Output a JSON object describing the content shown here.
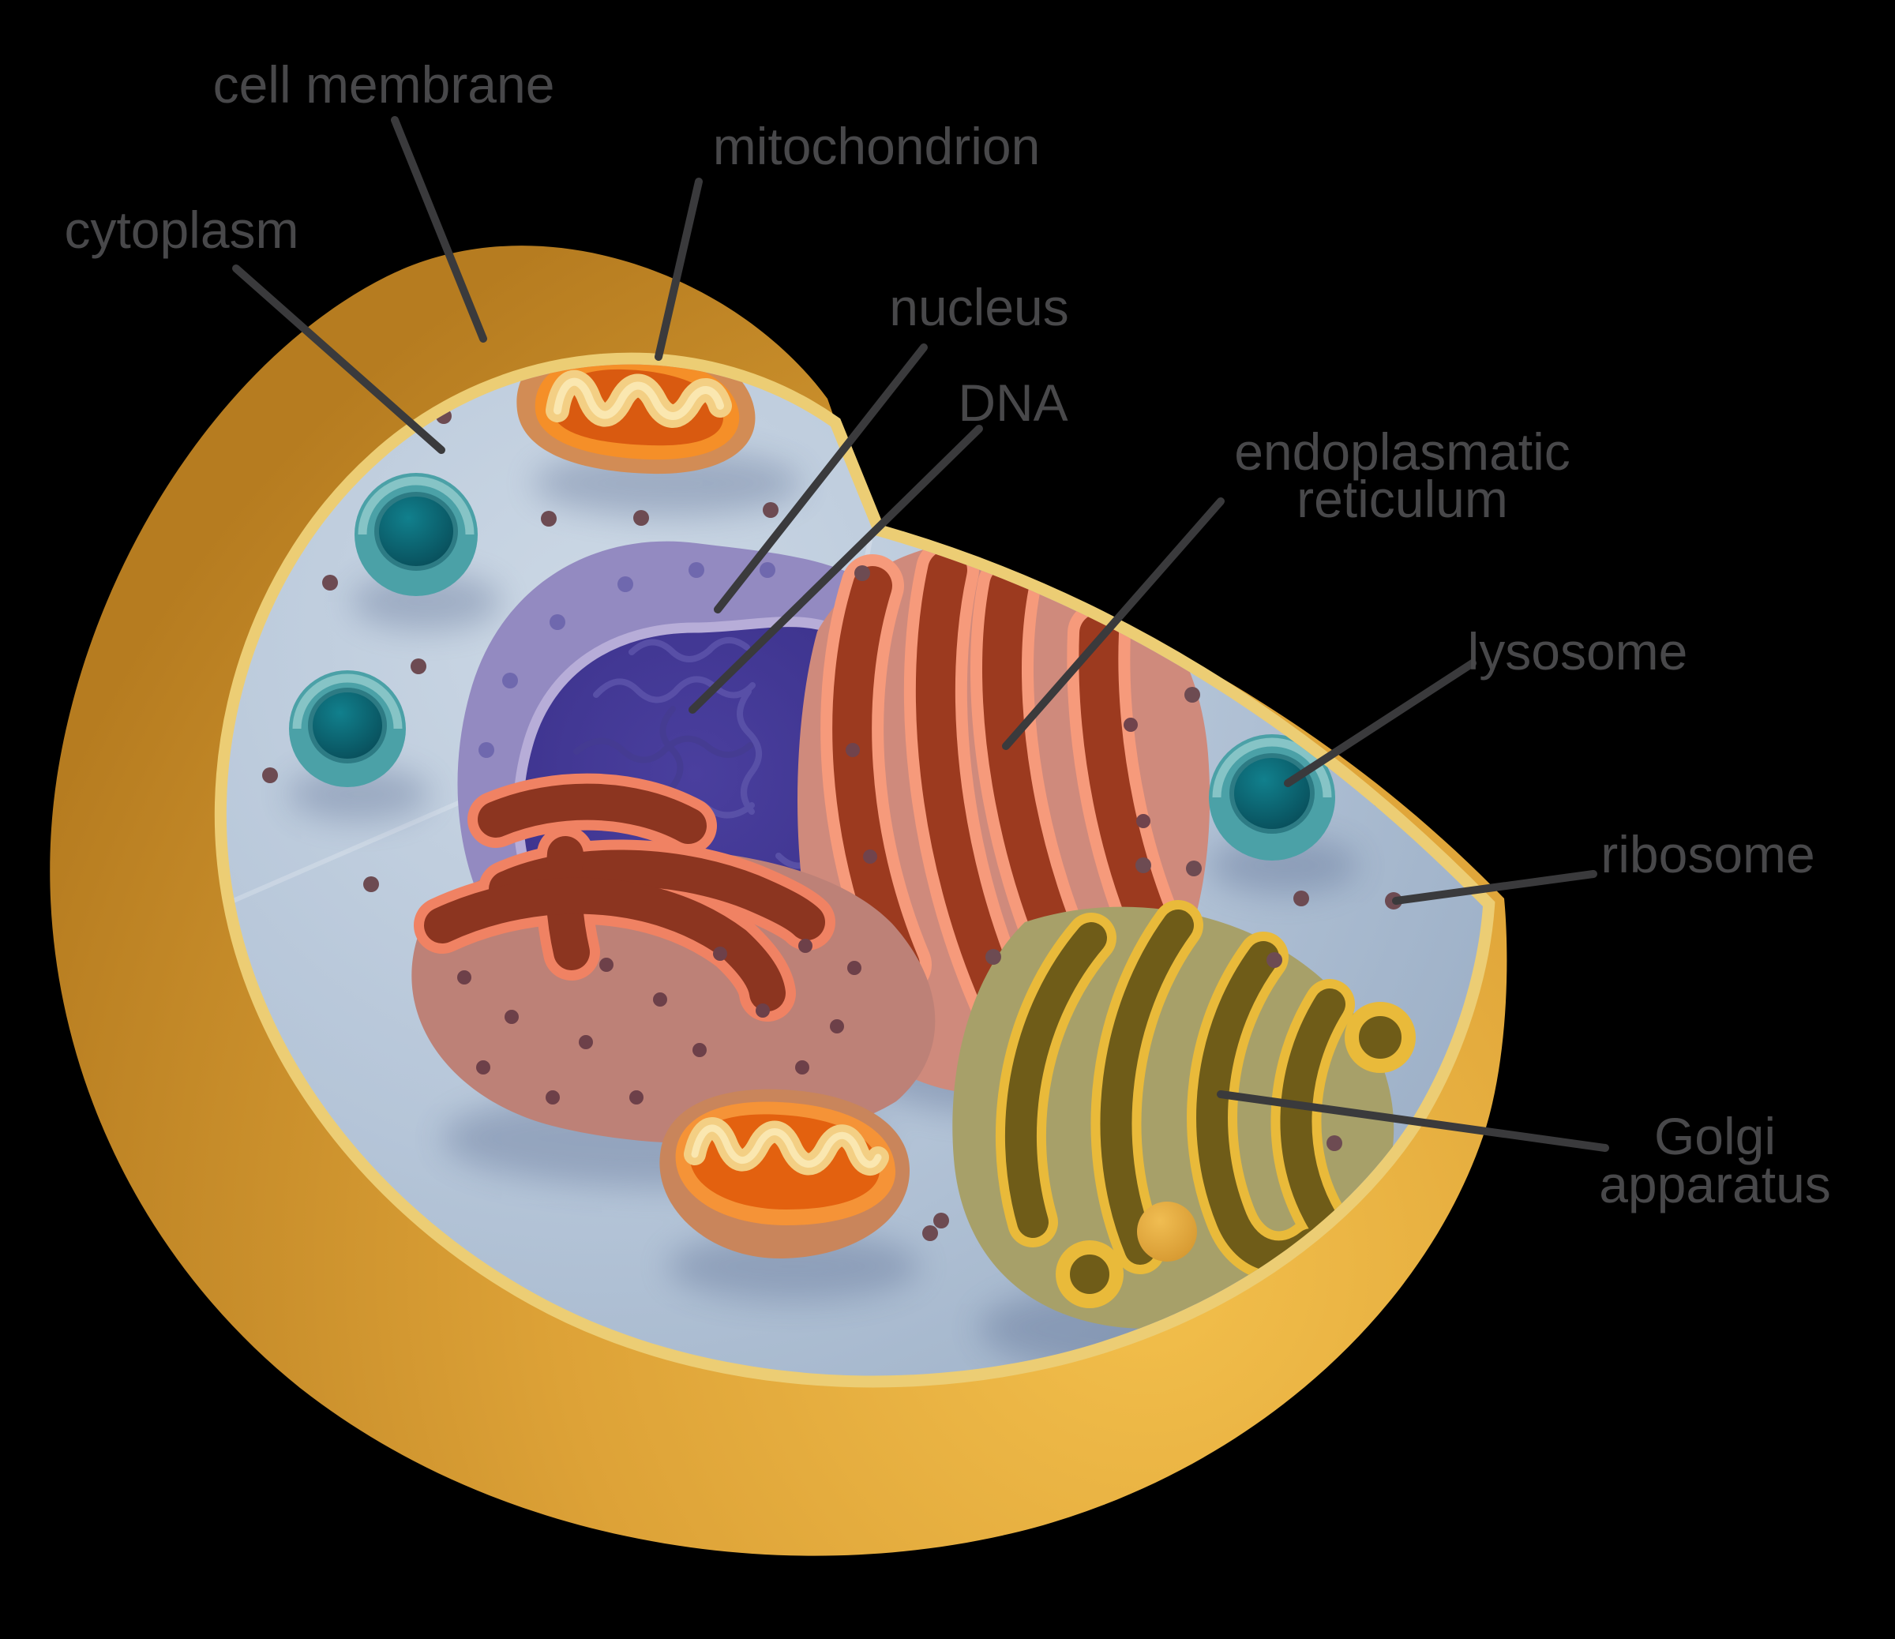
{
  "diagram": {
    "type": "labeled-cell-diagram",
    "background": "#000000"
  },
  "labels": {
    "cell_membrane": "cell membrane",
    "cytoplasm": "cytoplasm",
    "mitochondrion": "mitochondrion",
    "nucleus": "nucleus",
    "dna": "DNA",
    "er_line1": "endoplasmatic",
    "er_line2": "reticulum",
    "lysosome": "lysosome",
    "ribosome": "ribosome",
    "golgi_line1": "Golgi",
    "golgi_line2": "apparatus"
  },
  "colors": {
    "background": "#000000",
    "label_text": "#48484a",
    "leader_line": "#3a3a3c",
    "membrane_gold": "#dda237",
    "membrane_inner_rim": "#eccd74",
    "cytoplasm_blue": "#b5c5d8",
    "nucleus_envelope": "#938ac1",
    "nucleus_interior": "#40358e",
    "er_salmon": "#ee8a68",
    "er_channel_dark": "#9c3a1f",
    "rough_er_body": "#bd8177",
    "mitochondrion_orange": "#f5922f",
    "mitochondrion_matrix": "#dd5a10",
    "cristae_cream": "#f3cf84",
    "lysosome_teal": "#4ba1a7",
    "lysosome_lumen": "#0a5864",
    "golgi_yellow": "#e9ba3a",
    "golgi_olive": "#a7a069",
    "golgi_lumen": "#6f5c18",
    "ribosome_dot": "#6d4b52"
  }
}
